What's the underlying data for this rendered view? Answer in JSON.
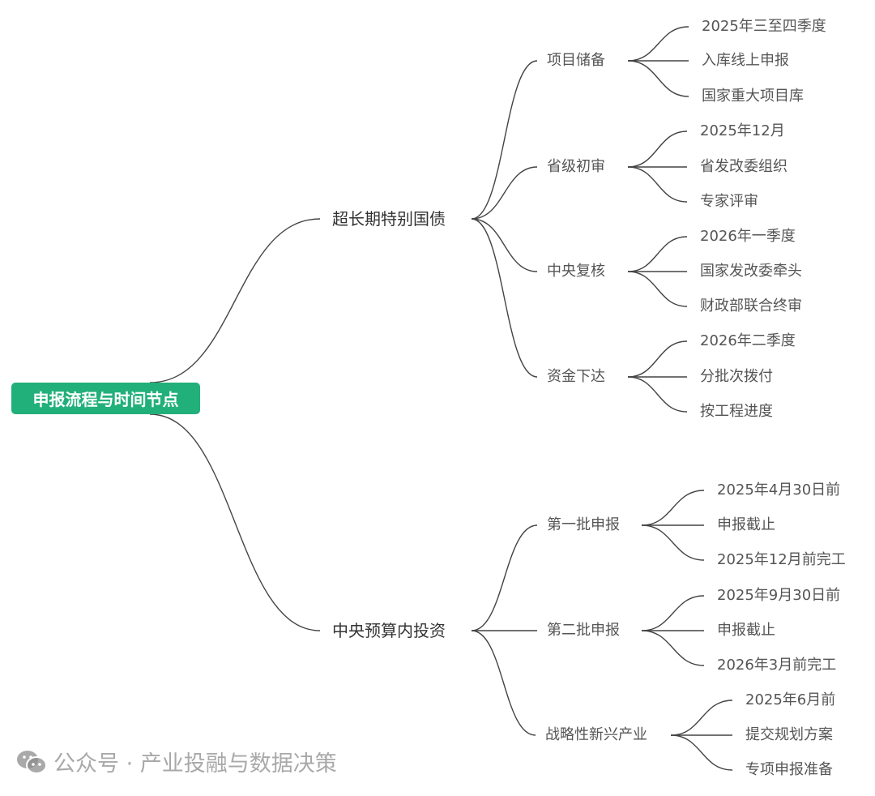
{
  "root": {
    "label": "申报流程与时间节点",
    "color": "#22b07a"
  },
  "branches": [
    {
      "label": "超长期特别国债",
      "children": [
        {
          "label": "项目储备",
          "leaves": [
            "2025年三至四季度",
            "入库线上申报",
            "国家重大项目库"
          ]
        },
        {
          "label": "省级初审",
          "leaves": [
            "2025年12月",
            "省发改委组织",
            "专家评审"
          ]
        },
        {
          "label": "中央复核",
          "leaves": [
            "2026年一季度",
            "国家发改委牵头",
            "财政部联合终审"
          ]
        },
        {
          "label": "资金下达",
          "leaves": [
            "2026年二季度",
            "分批次拨付",
            "按工程进度"
          ]
        }
      ]
    },
    {
      "label": "中央预算内投资",
      "children": [
        {
          "label": "第一批申报",
          "leaves": [
            "2025年4月30日前",
            "申报截止",
            "2025年12月前完工"
          ]
        },
        {
          "label": "第二批申报",
          "leaves": [
            "2025年9月30日前",
            "申报截止",
            "2026年3月前完工"
          ]
        },
        {
          "label": "战略性新兴产业",
          "leaves": [
            "2025年6月前",
            "提交规划方案",
            "专项申报准备"
          ]
        }
      ]
    }
  ],
  "watermark": {
    "text": "公众号 · 产业投融与数据决策",
    "icon": "wechat-icon"
  }
}
